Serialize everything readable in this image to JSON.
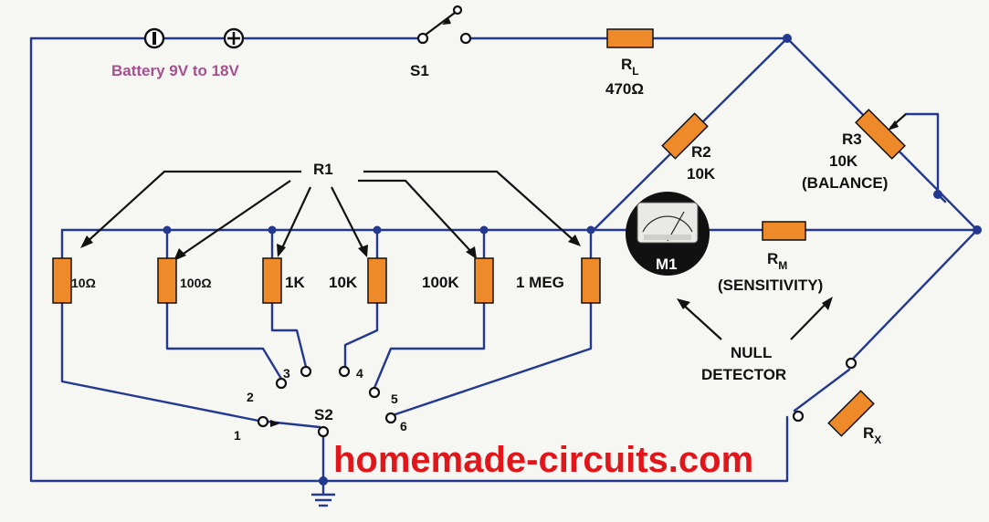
{
  "labels": {
    "battery": "Battery 9V to 18V",
    "s1": "S1",
    "rl_name": "R",
    "rl_sub": "L",
    "rl_value": "470Ω",
    "r2_name": "R2",
    "r2_value": "10K",
    "r3_name": "R3",
    "r3_value": "10K",
    "r3_note": "(BALANCE)",
    "r1": "R1",
    "r1_10": "10Ω",
    "r1_100": "100Ω",
    "r1_1k": "1K",
    "r1_10k": "10K",
    "r1_100k": "100K",
    "r1_1meg": "1 MEG",
    "meter": "M1",
    "rm_name": "R",
    "rm_sub": "M",
    "rm_note": "(SENSITIVITY)",
    "null1": "NULL",
    "null2": "DETECTOR",
    "s2": "S2",
    "pos1": "1",
    "pos2": "2",
    "pos3": "3",
    "pos4": "4",
    "pos5": "5",
    "pos6": "6",
    "rx_name": "R",
    "rx_sub": "X",
    "watermark": "homemade-circuits.com"
  },
  "colors": {
    "wire": "#23388f",
    "resistor": "#ee8a2a",
    "battery_label": "#a6508f",
    "watermark": "#e0161b",
    "meter_body": "#111111"
  }
}
